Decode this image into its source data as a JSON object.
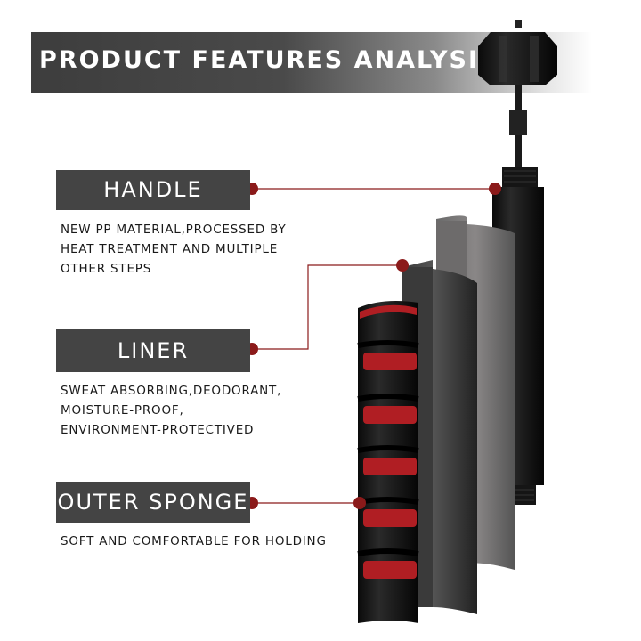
{
  "header": {
    "title": "PRODUCT FEATURES ANALYSIS"
  },
  "features": [
    {
      "label": "HANDLE",
      "description": "NEW PP MATERIAL,PROCESSED BY\nHEAT TREATMENT AND MULTIPLE\nOTHER STEPS"
    },
    {
      "label": "LINER",
      "description": "SWEAT ABSORBING,DEODORANT,\nMOISTURE-PROOF,\nENVIRONMENT-PROTECTIVED"
    },
    {
      "label": "OUTER SPONGE",
      "description": "SOFT AND COMFORTABLE FOR HOLDING"
    }
  ],
  "colors": {
    "banner": "#444444",
    "accent": "#8b1a1a",
    "sponge_red": "#b01e23"
  }
}
